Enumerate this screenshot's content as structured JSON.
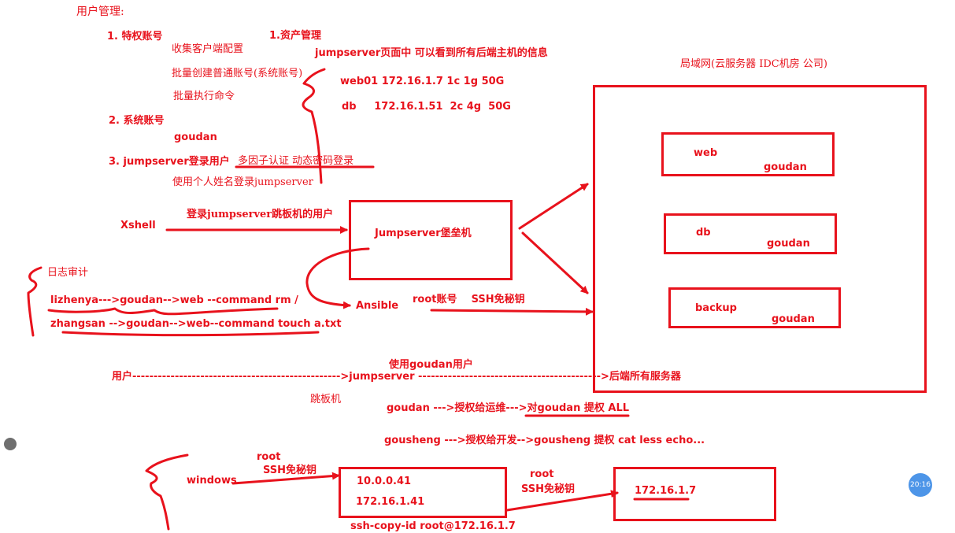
{
  "header": {
    "title": "用户管理:"
  },
  "user_mgmt": {
    "item1": "1.  特权账号",
    "item1_sub1": "收集客户端配置",
    "item1_sub2": "批量创建普通账号(系统账号)",
    "item1_sub3": "批量执行命令",
    "item2": "2.  系统账号",
    "item2_sub": "goudan",
    "item3": "3.  jumpserver登录用户",
    "item3_note": "多因子认证 动态密码登录",
    "item3_sub": "使用个人姓名登录jumpserver"
  },
  "asset_mgmt": {
    "title": "1.资产管理",
    "desc": "jumpserver页面中 可以看到所有后端主机的信息",
    "host1": "web01  172.16.1.7  1c  1g 50G",
    "host2": "db     172.16.1.51  2c 4g  50G"
  },
  "lan": {
    "title": "局域网(云服务器 IDC机房  公司)",
    "servers": [
      {
        "name": "web",
        "user": "goudan"
      },
      {
        "name": "db",
        "user": "goudan"
      },
      {
        "name": "backup",
        "user": "goudan"
      }
    ]
  },
  "flow": {
    "xshell": "Xshell",
    "login_label": "登录jumpserver跳板机的用户",
    "bastion": "Jumpserver堡垒机",
    "ansible": "Ansible",
    "root_key": "root账号    SSH免秘钥"
  },
  "audit": {
    "title": "日志审计",
    "line1": "lizhenya--->goudan-->web --command rm /",
    "line2": "zhangsan -->goudan-->web--command  touch a.txt"
  },
  "path": {
    "use_goudan": "使用goudan用户",
    "line": "用户------------------------------------------------->jumpserver ------------------------------------------->后端所有服务器",
    "jump_label": "跳板机",
    "rule1": "goudan --->授权给运维--->对goudan 提权  ALL",
    "rule2": "gousheng --->授权给开发-->gousheng 提权 cat  less echo..."
  },
  "ssh": {
    "windows": "windows",
    "root1": "root",
    "key1": "SSH免秘钥",
    "ip1": "10.0.0.41",
    "ip2": "172.16.1.41",
    "root2": "root",
    "key2": "SSH免秘钥",
    "target": "172.16.1.7",
    "copy_cmd": "ssh-copy-id  root@172.16.1.7"
  },
  "clock": "20:16"
}
